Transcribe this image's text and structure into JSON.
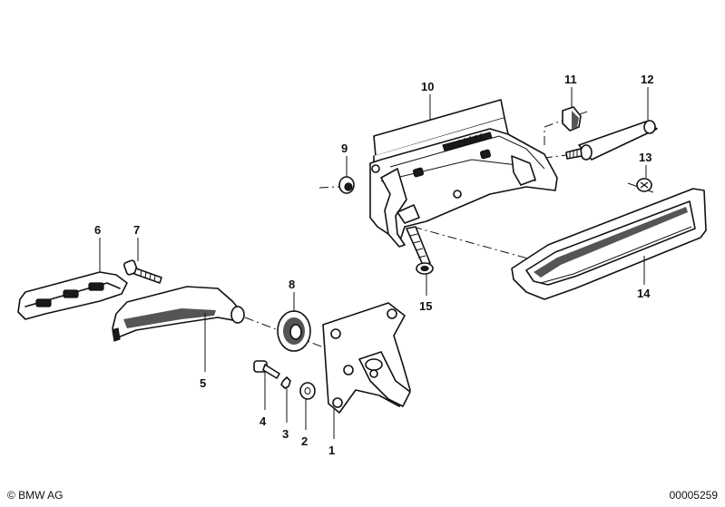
{
  "diagram": {
    "labels": [
      "1",
      "2",
      "3",
      "4",
      "5",
      "6",
      "7",
      "8",
      "9",
      "10",
      "11",
      "12",
      "13",
      "14",
      "15"
    ]
  },
  "footer": {
    "copyright": "© BMW AG",
    "document_number": "00005259"
  }
}
